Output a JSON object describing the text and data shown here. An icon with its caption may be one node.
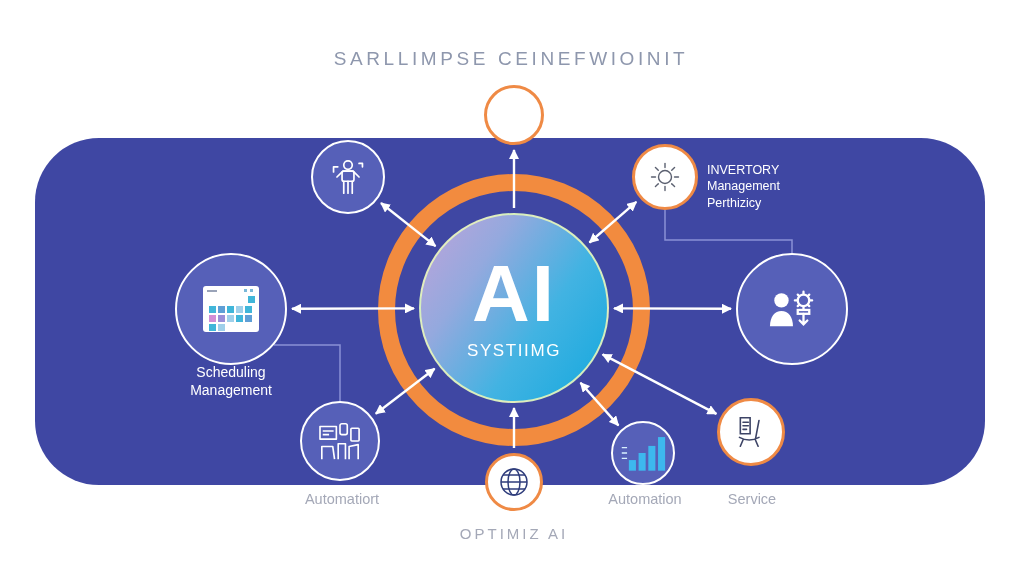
{
  "diagram": {
    "title": "SARLLIMPSE CEINEFWIOINIT",
    "nodes": [
      {
        "text": [],
        "shape": "circle"
      },
      {
        "text": [],
        "shape": "circle"
      },
      {
        "text": [
          "INVERTORY Management Perthizicy"
        ]
      },
      {
        "text": [
          "Scheduling Management"
        ]
      },
      {
        "text": [
          "AI",
          "SYSTIIMG"
        ]
      },
      {
        "text": [],
        "shape": "circle"
      },
      {
        "text": [
          "Automatiort"
        ]
      },
      {
        "text": [
          "OPTIMIZ AI"
        ]
      },
      {
        "text": [
          "Automation"
        ]
      },
      {
        "text": [
          "Service"
        ]
      }
    ],
    "edges": [
      {
        "from": 4,
        "to": 0,
        "arrow": "to"
      },
      {
        "from": 4,
        "to": 1,
        "arrow": "both"
      },
      {
        "from": 4,
        "to": 2,
        "arrow": "both"
      },
      {
        "from": 4,
        "to": 3,
        "arrow": "both"
      },
      {
        "from": 4,
        "to": 5,
        "arrow": "both"
      },
      {
        "from": 4,
        "to": 6,
        "arrow": "both"
      },
      {
        "from": 7,
        "to": 4,
        "arrow": "to"
      },
      {
        "from": 4,
        "to": 8,
        "arrow": "both"
      },
      {
        "from": 4,
        "to": 9,
        "arrow": "both"
      },
      {
        "from": 2,
        "to": 5,
        "arrow": "none",
        "color": "#8a91d6"
      },
      {
        "from": 3,
        "to": 6,
        "arrow": "none",
        "color": "#8a91d6"
      }
    ]
  }
}
